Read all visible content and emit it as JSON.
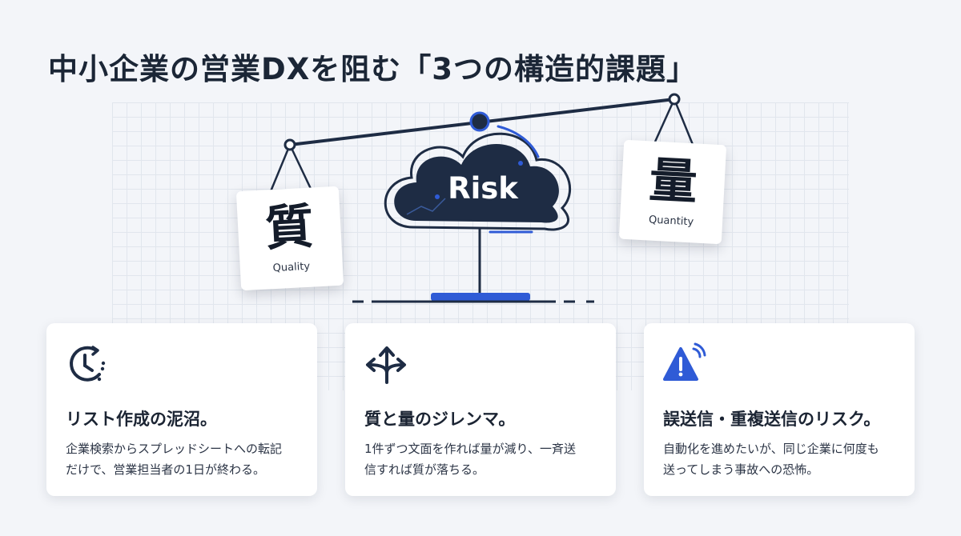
{
  "title": "中小企業の営業DXを阻む「3つの構造的課題」",
  "scale": {
    "left_sign": {
      "kanji": "質",
      "label": "Quality"
    },
    "right_sign": {
      "kanji": "量",
      "label": "Quantity"
    },
    "center": {
      "label": "Risk"
    }
  },
  "colors": {
    "navy": "#1e2c44",
    "accent": "#2f5bd6",
    "bg": "#f3f5f9"
  },
  "cards": [
    {
      "icon": "clock-icon",
      "heading": "リスト作成の泥沼。",
      "desc_lines": [
        "企業検索からスプレッドシートへの転記",
        "だけで、営業担当者の1日が終わる。"
      ]
    },
    {
      "icon": "split-arrows-icon",
      "heading": "質と量のジレンマ。",
      "desc_lines": [
        "1件ずつ文面を作れば量が減り、一斉送",
        "信すれば質が落ちる。"
      ]
    },
    {
      "icon": "warning-icon",
      "heading": "誤送信・重複送信のリスク。",
      "desc_lines": [
        "自動化を進めたいが、同じ企業に何度も",
        "送ってしまう事故への恐怖。"
      ]
    }
  ]
}
